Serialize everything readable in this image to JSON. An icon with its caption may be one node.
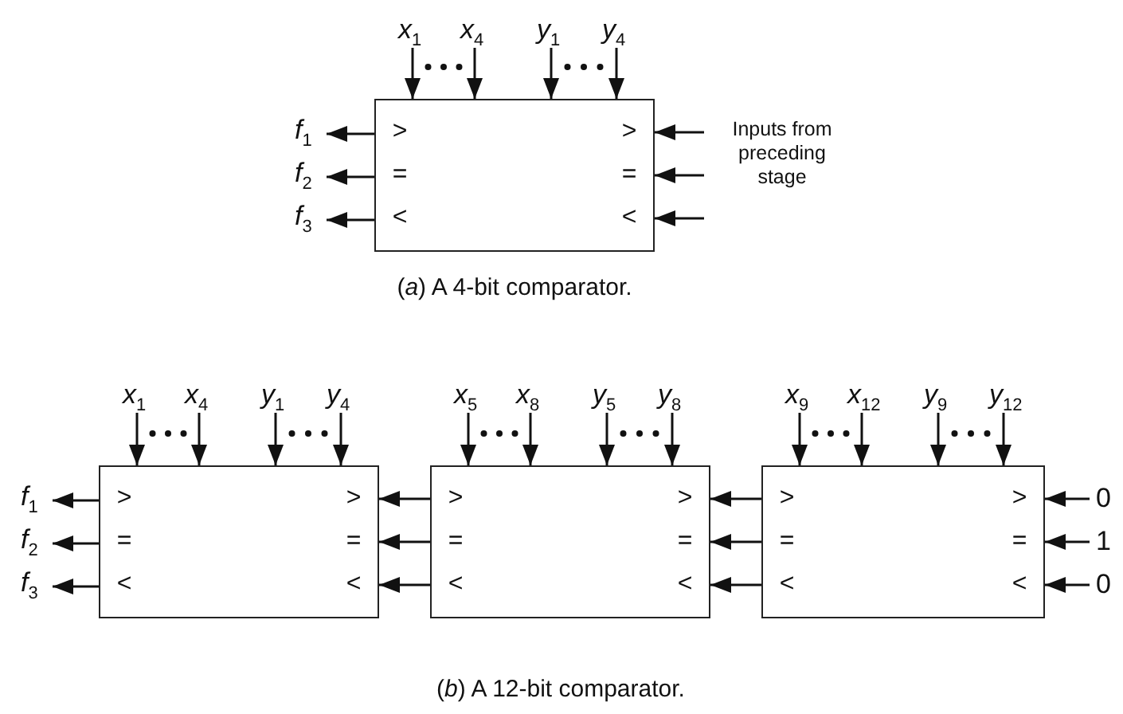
{
  "diagram": {
    "nodes": [
      {
        "text": [
          ">",
          "=",
          "<",
          ">",
          "=",
          "<"
        ]
      },
      {
        "text": [
          "*x*$_{1}$"
        ]
      },
      {
        "text": [
          "*x*$_{4}$"
        ]
      },
      {
        "text": [
          "*y*$_{1}$"
        ]
      },
      {
        "text": [
          "*y*$_{4}$"
        ]
      },
      {
        "text": [
          "*f*$_{1}$"
        ]
      },
      {
        "text": [
          "*f*$_{2}$"
        ]
      },
      {
        "text": [
          "*f*$_{3}$"
        ]
      },
      {
        "text": [
          "Inputs from preceding stage"
        ]
      },
      {
        "text": [
          ">",
          "=",
          "<",
          ">",
          "=",
          "<"
        ]
      },
      {
        "text": [
          ">",
          "=",
          "<",
          ">",
          "=",
          "<"
        ]
      },
      {
        "text": [
          ">",
          "=",
          "<",
          ">",
          "=",
          "<"
        ]
      },
      {
        "text": [
          "*x*$_{1}$"
        ]
      },
      {
        "text": [
          "*x*$_{4}$"
        ]
      },
      {
        "text": [
          "*y*$_{1}$"
        ]
      },
      {
        "text": [
          "*y*$_{4}$"
        ]
      },
      {
        "text": [
          "*x*$_{5}$"
        ]
      },
      {
        "text": [
          "*x*$_{8}$"
        ]
      },
      {
        "text": [
          "*y*$_{5}$"
        ]
      },
      {
        "text": [
          "*y*$_{8}$"
        ]
      },
      {
        "text": [
          "*x*$_{9}$"
        ]
      },
      {
        "text": [
          "*x*$_{12}$"
        ]
      },
      {
        "text": [
          "*y*$_{9}$"
        ]
      },
      {
        "text": [
          "*y*$_{12}$"
        ]
      },
      {
        "text": [
          "*f*$_{1}$"
        ]
      },
      {
        "text": [
          "*f*$_{2}$"
        ]
      },
      {
        "text": [
          "*f*$_{3}$"
        ]
      },
      {
        "text": [
          "0"
        ]
      },
      {
        "text": [
          "1"
        ]
      },
      {
        "text": [
          "0"
        ]
      }
    ],
    "edges": [
      {
        "from": 1,
        "to": 0,
        "arrow": "to"
      },
      {
        "from": 2,
        "to": 0,
        "arrow": "to"
      },
      {
        "from": 3,
        "to": 0,
        "arrow": "to"
      },
      {
        "from": 4,
        "to": 0,
        "arrow": "to"
      },
      {
        "from": 0,
        "to": 5,
        "arrow": "to"
      },
      {
        "from": 0,
        "to": 6,
        "arrow": "to"
      },
      {
        "from": 0,
        "to": 7,
        "arrow": "to"
      },
      {
        "from": 8,
        "to": 0,
        "arrow": "to"
      },
      {
        "from": 8,
        "to": 0,
        "arrow": "to"
      },
      {
        "from": 8,
        "to": 0,
        "arrow": "to"
      },
      {
        "from": 12,
        "to": 9,
        "arrow": "to"
      },
      {
        "from": 13,
        "to": 9,
        "arrow": "to"
      },
      {
        "from": 14,
        "to": 9,
        "arrow": "to"
      },
      {
        "from": 15,
        "to": 9,
        "arrow": "to"
      },
      {
        "from": 16,
        "to": 10,
        "arrow": "to"
      },
      {
        "from": 17,
        "to": 10,
        "arrow": "to"
      },
      {
        "from": 18,
        "to": 10,
        "arrow": "to"
      },
      {
        "from": 19,
        "to": 10,
        "arrow": "to"
      },
      {
        "from": 20,
        "to": 11,
        "arrow": "to"
      },
      {
        "from": 21,
        "to": 11,
        "arrow": "to"
      },
      {
        "from": 22,
        "to": 11,
        "arrow": "to"
      },
      {
        "from": 23,
        "to": 11,
        "arrow": "to"
      },
      {
        "from": 9,
        "to": 24,
        "arrow": "to"
      },
      {
        "from": 9,
        "to": 25,
        "arrow": "to"
      },
      {
        "from": 9,
        "to": 26,
        "arrow": "to"
      },
      {
        "from": 10,
        "to": 9,
        "arrow": "to"
      },
      {
        "from": 10,
        "to": 9,
        "arrow": "to"
      },
      {
        "from": 10,
        "to": 9,
        "arrow": "to"
      },
      {
        "from": 11,
        "to": 10,
        "arrow": "to"
      },
      {
        "from": 11,
        "to": 10,
        "arrow": "to"
      },
      {
        "from": 11,
        "to": 10,
        "arrow": "to"
      },
      {
        "from": 27,
        "to": 11,
        "arrow": "to"
      },
      {
        "from": 28,
        "to": 11,
        "arrow": "to"
      },
      {
        "from": 29,
        "to": 11,
        "arrow": "to"
      }
    ],
    "labels": [
      "(*a*) A 4-bit comparator.",
      "(*b*) A 12-bit comparator."
    ]
  }
}
